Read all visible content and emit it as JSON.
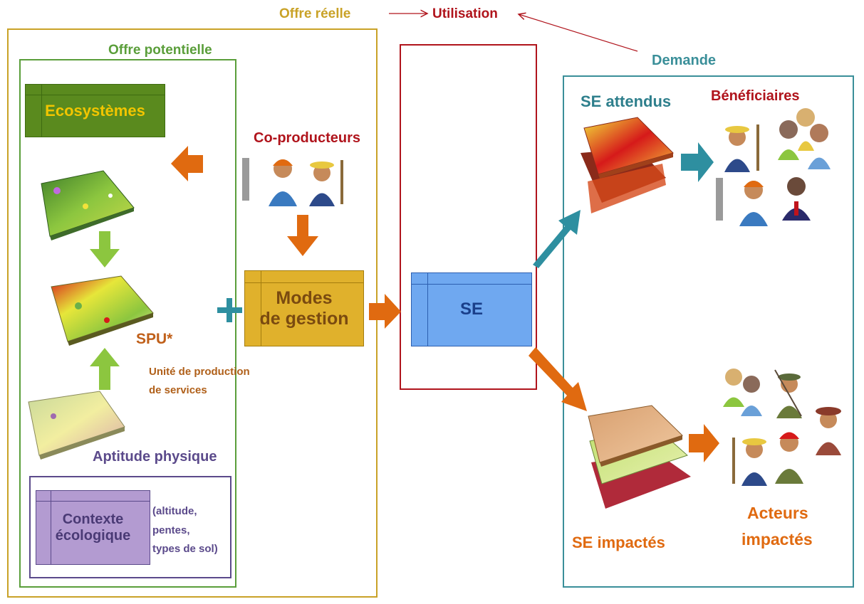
{
  "labels": {
    "offre_reelle": "Offre réelle",
    "utilisation": "Utilisation",
    "offre_potentielle": "Offre potentielle",
    "demande": "Demande",
    "co_producteurs": "Co-producteurs",
    "spu": "SPU*",
    "unite_line1": "Unité de production",
    "unite_line2": "de services",
    "aptitude_physique": "Aptitude physique",
    "contexte_details_line1": "(altitude,",
    "contexte_details_line2": "pentes,",
    "contexte_details_line3": "types de sol)",
    "se_attendus": "SE attendus",
    "beneficiaires": "Bénéficiaires",
    "se_impactes": "SE impactés",
    "acteurs_line1": "Acteurs",
    "acteurs_line2": "impactés"
  },
  "boxes": {
    "ecosystemes": "Ecosystèmes",
    "modes_line1": "Modes",
    "modes_line2": "de gestion",
    "se": "SE",
    "contexte_line1": "Contexte",
    "contexte_line2": "écologique"
  },
  "colors": {
    "offre_reelle": "#c9a227",
    "offre_potentielle": "#5a9e3a",
    "utilisation": "#b0141c",
    "demande": "#3a8f99",
    "aptitude": "#5b4a8b",
    "orange": "#e06a10",
    "green_arrow": "#8cc63f",
    "teal_arrow": "#2e8fa0"
  }
}
